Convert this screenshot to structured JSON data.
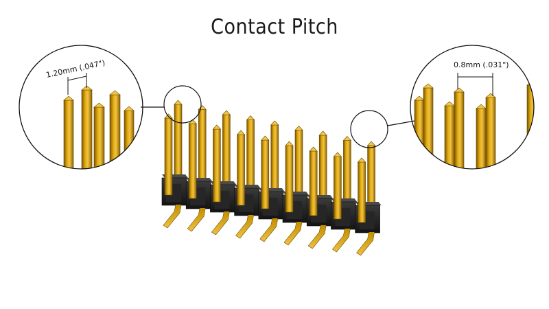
{
  "title": "Contact Pitch",
  "left_callout": {
    "label": "1.20mm (.047\")"
  },
  "right_callout": {
    "label": "0.8mm (.031\")"
  },
  "colors": {
    "pin_gold": "#d9a300",
    "pin_gold_dark": "#8c6400",
    "housing": "#1f1f1f",
    "outline": "#111111"
  },
  "connector": {
    "pin_pairs": 9
  }
}
